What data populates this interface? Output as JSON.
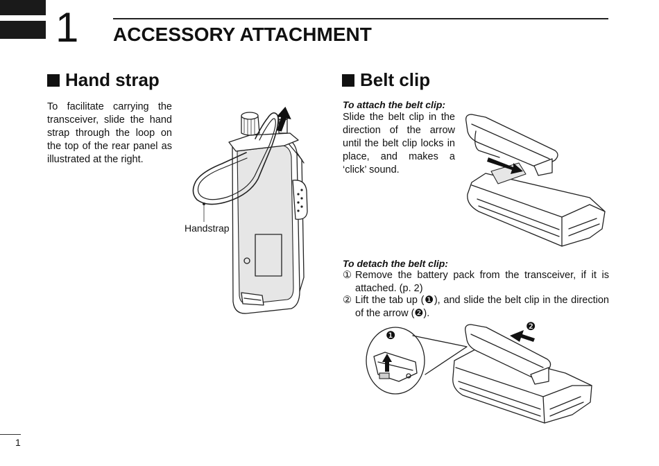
{
  "header": {
    "chapter_number": "1",
    "chapter_title": "ACCESSORY ATTACHMENT"
  },
  "hand_strap": {
    "heading": "Hand strap",
    "body": "To facilitate carrying the transceiver, slide the hand strap through the loop on the top of the rear panel as illustrated at the right.",
    "callout_label": "Handstrap"
  },
  "belt_clip": {
    "heading": "Belt clip",
    "attach": {
      "subheading": "To attach the belt clip:",
      "body": "Slide the belt clip in the direction of the arrow until the belt clip locks in place, and makes a ‘click’ sound."
    },
    "detach": {
      "subheading": "To detach the belt clip:",
      "steps": [
        {
          "num": "①",
          "text": "Remove the battery pack from the transceiver, if it is attached. (p. 2)"
        },
        {
          "num": "②",
          "text": "Lift the tab up (❶), and slide the belt clip in the direction of the arrow (❷)."
        }
      ],
      "marker_1": "❶",
      "marker_2": "❷"
    }
  },
  "footer": {
    "page_number": "1"
  }
}
